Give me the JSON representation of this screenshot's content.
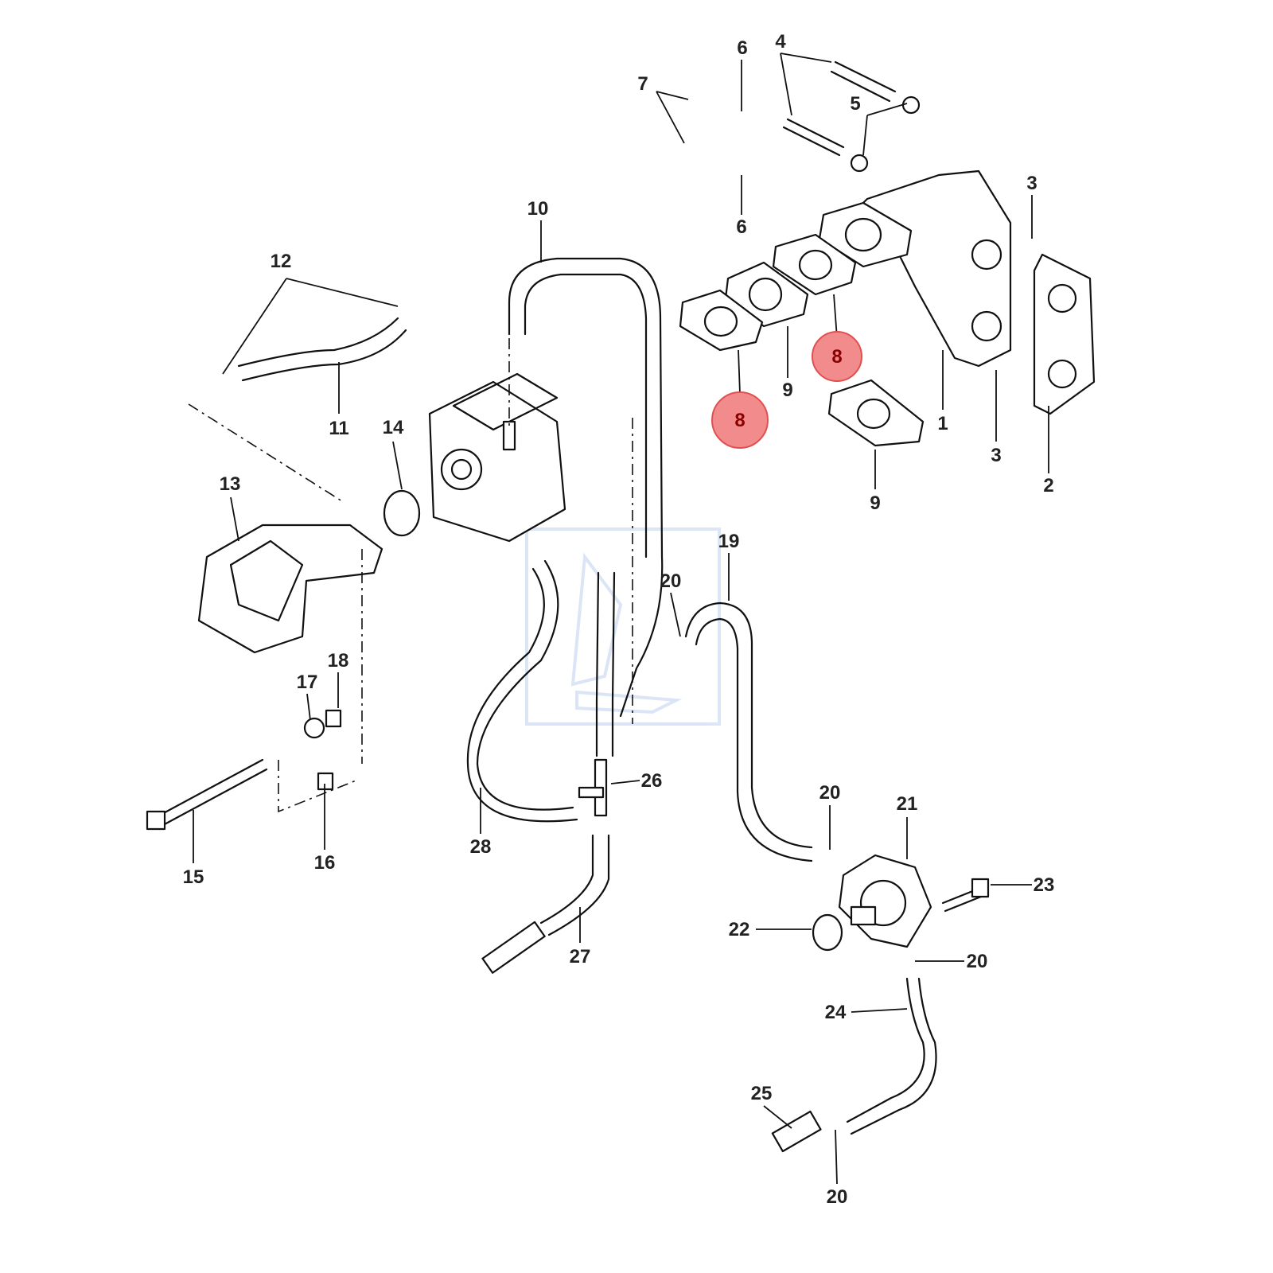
{
  "diagram": {
    "callouts": [
      "1",
      "2",
      "3",
      "3",
      "4",
      "5",
      "6",
      "6",
      "7",
      "8",
      "8",
      "9",
      "9",
      "10",
      "11",
      "12",
      "13",
      "14",
      "15",
      "16",
      "17",
      "18",
      "19",
      "20",
      "20",
      "20",
      "20",
      "21",
      "22",
      "23",
      "24",
      "25",
      "26",
      "27",
      "28"
    ],
    "highlighted_part": "8",
    "highlight_color": "#f28b8b"
  }
}
